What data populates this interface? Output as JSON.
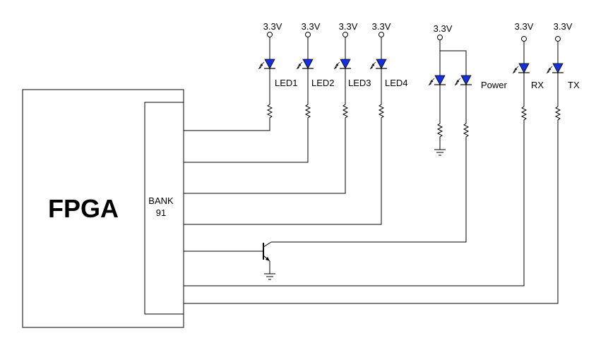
{
  "fpga": {
    "label": "FPGA"
  },
  "bank": {
    "line1": "BANK",
    "line2": "91"
  },
  "supply_label": "3.3V",
  "leds": [
    {
      "id": "led1",
      "label": "LED1",
      "color": "#1530e0"
    },
    {
      "id": "led2",
      "label": "LED2",
      "color": "#1530e0"
    },
    {
      "id": "led3",
      "label": "LED3",
      "color": "#1530e0"
    },
    {
      "id": "led4",
      "label": "LED4",
      "color": "#1530e0"
    },
    {
      "id": "power-a",
      "label": "",
      "color": "#1530e0"
    },
    {
      "id": "power-b",
      "label": "Power",
      "color": "#1530e0"
    },
    {
      "id": "rx",
      "label": "RX",
      "color": "#1530e0"
    },
    {
      "id": "tx",
      "label": "TX",
      "color": "#1530e0"
    }
  ]
}
